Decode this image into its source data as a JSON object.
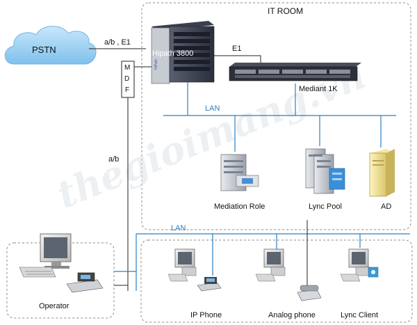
{
  "regions": {
    "it_room": "IT ROOM"
  },
  "nodes": {
    "pstn": "PSTN",
    "hipath": "Hipath 3800",
    "mediant": "Mediant 1K",
    "mdf": [
      "M",
      "D",
      "F"
    ],
    "mediation": "Mediation Role",
    "lync_pool": "Lync Pool",
    "ad": "AD",
    "operator": "Operator",
    "ip_phone": "IP Phone",
    "analog_phone": "Analog phone",
    "lync_client": "Lync Client"
  },
  "links": {
    "pstn_hipath": "a/b , E1",
    "hipath_mediant": "E1",
    "lan_server": "LAN",
    "lan_bottom": "LAN",
    "mdf_ab": "a/b"
  },
  "watermark": "thegioimang.vn",
  "colors": {
    "lan_line": "#2b7fc0",
    "cloud": "#9fd2f2",
    "dashed_border": "#8a8a8a"
  }
}
